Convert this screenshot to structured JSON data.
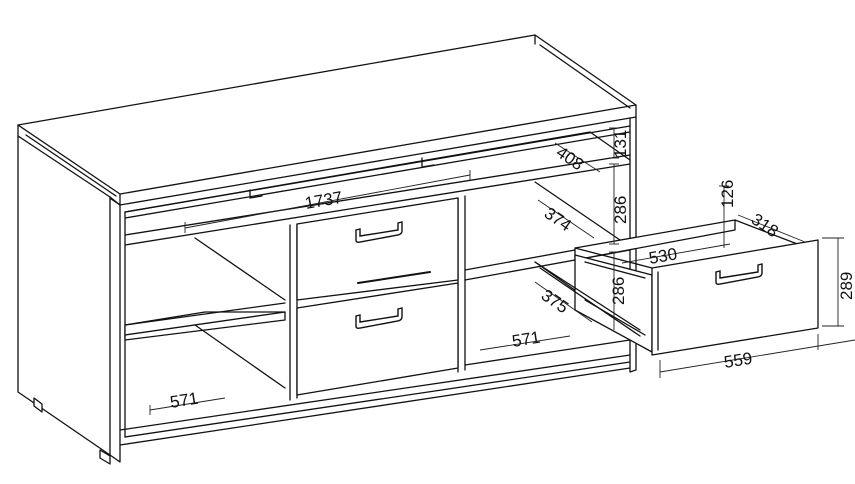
{
  "colors": {
    "line": "#111111",
    "background": "#ffffff"
  },
  "dimensions": {
    "total_width": "1737",
    "shelf_depth_top": "408",
    "top_gap_height": "131",
    "right_upper_height": "286",
    "right_upper_depth": "374",
    "drawer_height_mid": "286",
    "right_lower_depth": "375",
    "right_lower_width": "571",
    "left_lower_width": "571",
    "drawer_inner_width": "530",
    "drawer_inner_height": "126",
    "drawer_depth": "318",
    "drawer_front_height": "289",
    "drawer_front_width": "559"
  }
}
